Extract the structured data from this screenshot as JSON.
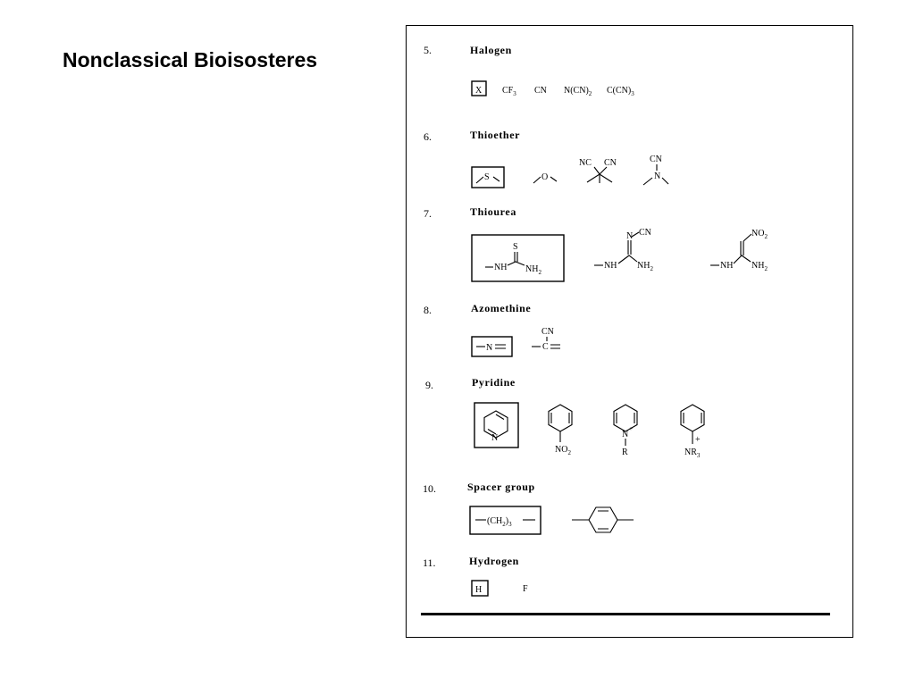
{
  "slide": {
    "title": "Nonclassical Bioisosteres"
  },
  "sections": [
    {
      "number": "5.",
      "heading": "Halogen",
      "items": [
        "X",
        "CF3",
        "CN",
        "N(CN)2",
        "C(CN)3"
      ]
    },
    {
      "number": "6.",
      "heading": "Thioether",
      "labels": {
        "s": "S",
        "o": "O",
        "nc": "NC",
        "cn": "CN",
        "cn2": "CN",
        "n": "N"
      }
    },
    {
      "number": "7.",
      "heading": "Thiourea",
      "labels": {
        "s": "S",
        "nh": "NH",
        "nh2": "NH2",
        "cn": "CN",
        "n": "N",
        "nh_b": "NH",
        "nh2_b": "NH2",
        "no2": "NO2",
        "nh_c": "NH",
        "nh2_c": "NH2"
      }
    },
    {
      "number": "8.",
      "heading": "Azomethine",
      "labels": {
        "n": "N",
        "cn": "CN",
        "c": "C"
      }
    },
    {
      "number": "9.",
      "heading": "Pyridine",
      "labels": {
        "n": "N",
        "no2": "NO2",
        "n_plus": "N",
        "plus": "+",
        "r": "R",
        "nr3": "NR3",
        "plus2": "+"
      }
    },
    {
      "number": "10.",
      "heading": "Spacer group",
      "labels": {
        "ch2": "(CH2)3"
      }
    },
    {
      "number": "11.",
      "heading": "Hydrogen",
      "items": [
        "H",
        "F"
      ]
    }
  ]
}
